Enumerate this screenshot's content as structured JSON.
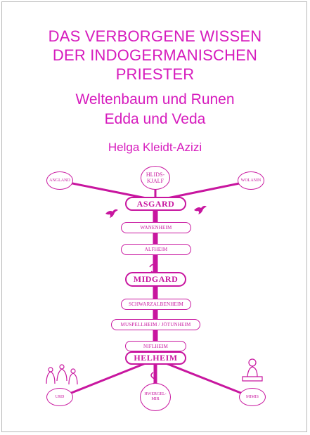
{
  "title": {
    "line1": "DAS VERBORGENE WISSEN",
    "line2": "DER INDOGERMANISCHEN",
    "line3": "PRIESTER"
  },
  "subtitle": {
    "line1": "Weltenbaum und Runen",
    "line2": "Edda und Veda"
  },
  "author": "Helga Kleidt-Azizi",
  "diagram": {
    "hlidskjalf": {
      "line1": "HLIDS-",
      "line2": "KJALF"
    },
    "left_top": "ANGLAND",
    "right_top": "WOLANIN",
    "asgard": "ASGARD",
    "wanenheim": "WANENHEIM",
    "alfheim": "ALFHEIM",
    "midgard": "MIDGARD",
    "schwarzalbenheim": "SCHWARZALBENHEIM",
    "muspellheim": "MUSPELLHEIM / JÖTUNHEIM",
    "nifheim": "NIFLHEIM",
    "helheim": "HELHEIM",
    "urd": "URD",
    "hwergelmir": {
      "line1": "HWERGEL-",
      "line2": "MIR"
    },
    "mimis": "MIMIS"
  },
  "colors": {
    "accent": "#d61bbd",
    "line": "#c8169f",
    "background": "#ffffff"
  },
  "icons": [
    "bird-icon",
    "serpent-icon",
    "norns-icon",
    "mimir-icon",
    "dragon-icon"
  ]
}
